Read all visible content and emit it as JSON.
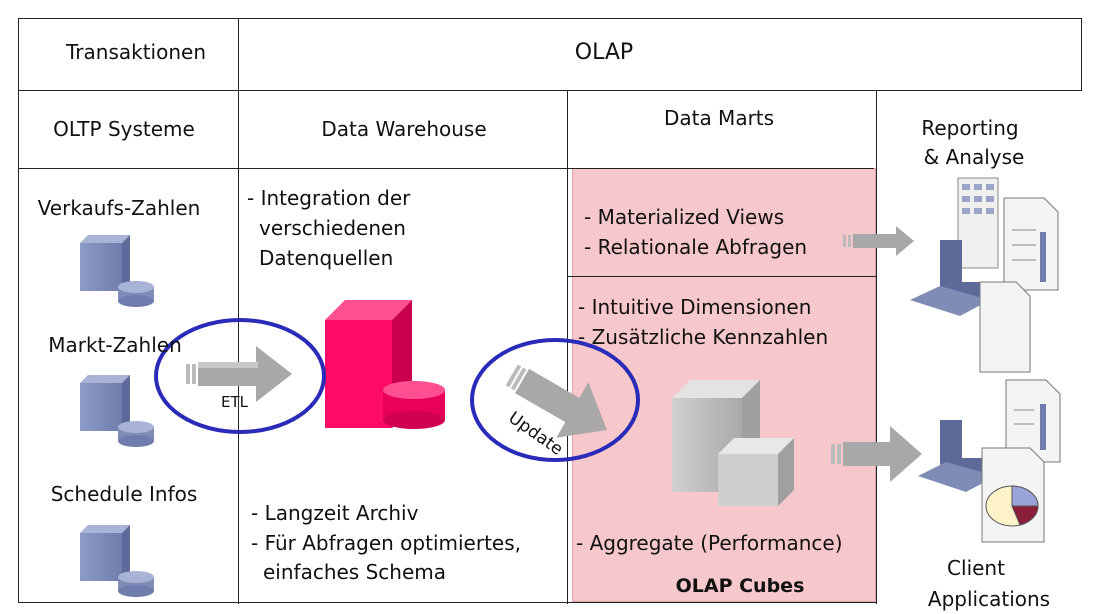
{
  "header": {
    "transaktionen": "Transaktionen",
    "olap": "OLAP"
  },
  "columns": {
    "oltp": "OLTP Systeme",
    "dwh": "Data Warehouse",
    "marts": "Data Marts",
    "reporting": [
      "Reporting",
      "& Analyse"
    ]
  },
  "oltp_sources": [
    "Verkaufs-Zahlen",
    "Markt-Zahlen",
    "Schedule Infos"
  ],
  "dwh_text": {
    "integration": [
      "- Integration der",
      "verschiedenen",
      "Datenquellen"
    ],
    "archive": [
      "- Langzeit Archiv",
      "- Für Abfragen optimiertes,",
      "einfaches Schema"
    ]
  },
  "marts_text": {
    "views": [
      "- Materialized Views",
      "- Relationale Abfragen"
    ],
    "dimensions": [
      "- Intuitive Dimensionen",
      "- Zusätzliche Kennzahlen"
    ],
    "aggregate": "- Aggregate (Performance)",
    "cubes": "OLAP Cubes"
  },
  "arrows": {
    "etl": "ETL",
    "update": "Update"
  },
  "client": [
    "Client",
    "Applications"
  ],
  "colors": {
    "marts_fill": "#f6c7cb",
    "dwh_db": "#ff0a66",
    "server": "#7f8cb5",
    "ellipse": "#2a2bb8",
    "arrow": "#a8a8a8"
  }
}
